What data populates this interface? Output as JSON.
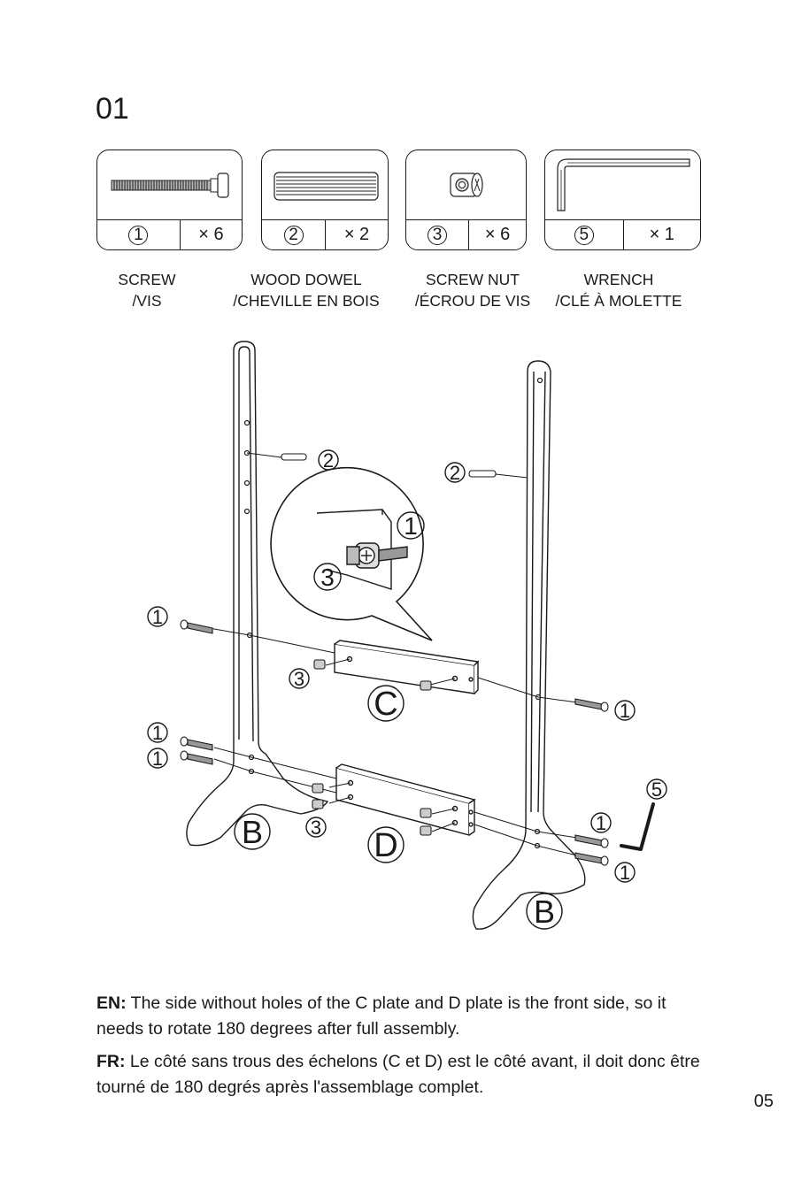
{
  "step": {
    "number": "01"
  },
  "parts": [
    {
      "id": "1",
      "qty": "× 6",
      "name_en": "SCREW",
      "name_fr": "/VIS",
      "icon": "screw-icon"
    },
    {
      "id": "2",
      "qty": "× 2",
      "name_en": "WOOD DOWEL",
      "name_fr": "/CHEVILLE EN BOIS",
      "icon": "wood-dowel-icon"
    },
    {
      "id": "3",
      "qty": "× 6",
      "name_en": "SCREW NUT",
      "name_fr": "/ÉCROU DE VIS",
      "icon": "screw-nut-icon"
    },
    {
      "id": "5",
      "qty": "× 1",
      "name_en": "WRENCH",
      "name_fr": "/CLÉ À MOLETTE",
      "icon": "wrench-icon"
    }
  ],
  "diagram": {
    "labels": {
      "plate_c": "C",
      "plate_d": "D",
      "side_b": "B",
      "part_screw": "1",
      "part_dowel": "2",
      "part_nut": "3",
      "part_wrench": "5"
    }
  },
  "instructions": {
    "en_label": "EN:",
    "en_text": " The side without holes of the C plate and D plate is the front side, so it needs to rotate 180 degrees after full assembly.",
    "fr_label": "FR:",
    "fr_text": " Le côté sans trous des échelons (C et D) est le côté avant, il doit donc être tourné de 180 degrés après l'assemblage complet."
  },
  "page": {
    "number": "05"
  }
}
